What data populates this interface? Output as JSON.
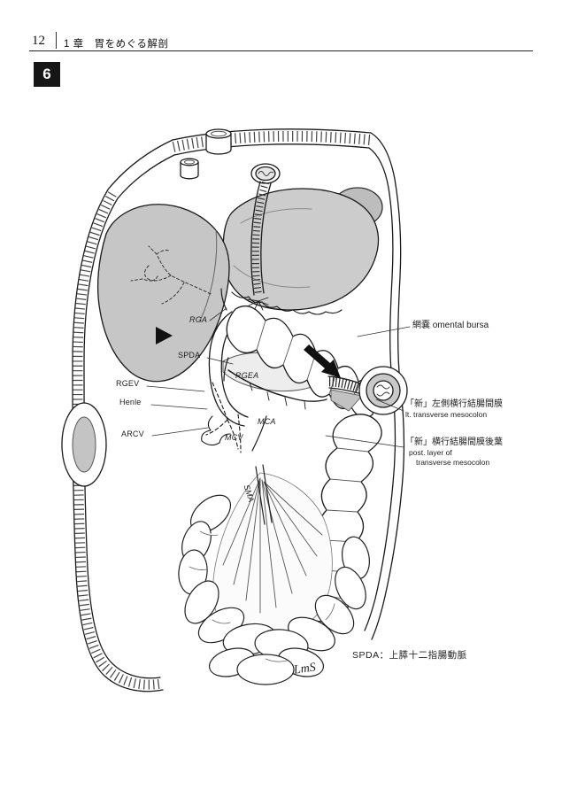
{
  "header": {
    "page_number": "12",
    "chapter_title": "1 章　胃をめぐる解剖"
  },
  "figure": {
    "number": "6",
    "footnote": "SPDA：上膵十二指腸動脈",
    "signature": "LmS"
  },
  "vessel_labels": {
    "rga": "RGA",
    "spda": "SPDA",
    "rgev": "RGEV",
    "henle": "Henle",
    "arcv": "ARCV",
    "rgea": "RGEA",
    "mca": "MCA",
    "mcv": "MCV",
    "sma": "SMA"
  },
  "anatomy_labels": {
    "omental_bursa": "網嚢 omental bursa",
    "lt_transverse_mesocolon": {
      "jp": "「新」左側横行結腸間膜",
      "en": "lt. transverse mesocolon"
    },
    "post_layer_transverse_mesocolon": {
      "jp": "「新」横行結腸間膜後葉",
      "en_line1": "post. layer of",
      "en_line2": "transverse mesocolon"
    }
  },
  "colors": {
    "figure_box_bg": "#161616",
    "figure_box_text": "#ffffff",
    "outline": "#1a1a1a",
    "organ_gray": "#c6c6c6",
    "stomach_gray": "#cccccc",
    "paper": "#ffffff"
  }
}
